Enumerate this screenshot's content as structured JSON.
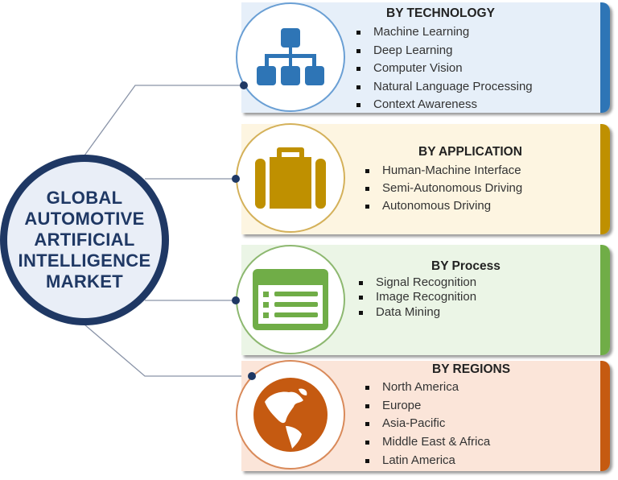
{
  "hub": {
    "title": "GLOBAL AUTOMOTIVE ARTIFICIAL INTELLIGENCE MARKET"
  },
  "segments": [
    {
      "heading": "BY TECHNOLOGY",
      "icon": "hierarchy-icon",
      "color": "#2e75b6",
      "bg": "#e6eff9",
      "items": [
        "Machine Learning",
        "Deep Learning",
        "Computer Vision",
        "Natural Language Processing",
        "Context Awareness"
      ]
    },
    {
      "heading": "BY APPLICATION",
      "icon": "briefcase-icon",
      "color": "#bf9000",
      "bg": "#fdf5e1",
      "items": [
        "Human-Machine Interface",
        "Semi-Autonomous Driving",
        "Autonomous Driving"
      ]
    },
    {
      "heading": "BY Process",
      "icon": "list-window-icon",
      "color": "#70ad47",
      "bg": "#ebf5e6",
      "items": [
        "Signal Recognition",
        "Image Recognition",
        "Data Mining"
      ]
    },
    {
      "heading": "BY REGIONS",
      "icon": "globe-icon",
      "color": "#c55a11",
      "bg": "#fbe5d9",
      "items": [
        "North America",
        "Europe",
        "Asia-Pacific",
        "Middle East & Africa",
        "Latin America"
      ]
    }
  ]
}
